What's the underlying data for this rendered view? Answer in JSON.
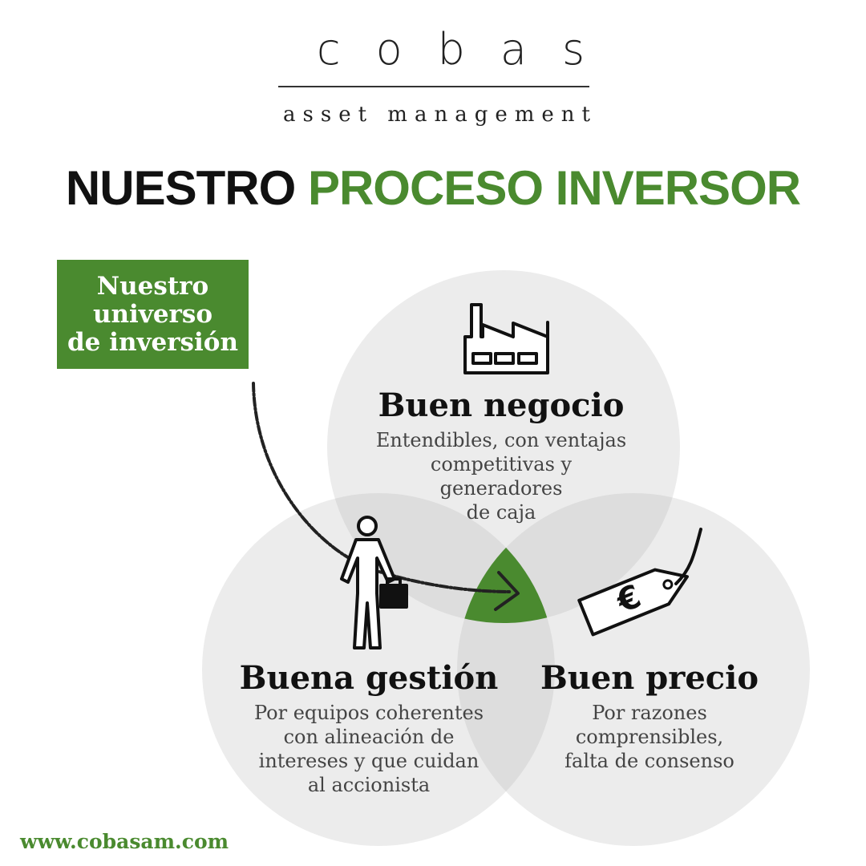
{
  "brand": {
    "name": "cobas",
    "subtitle": "asset management"
  },
  "headline": {
    "part1": "NUESTRO",
    "part2": "PROCESO INVERSOR"
  },
  "universe": {
    "line1": "Nuestro",
    "line2": "universo",
    "line3": "de inversión"
  },
  "circles": {
    "negocio": {
      "title": "Buen negocio",
      "desc": [
        "Entendibles, con ventajas",
        "competitivas y",
        "generadores",
        "de caja"
      ]
    },
    "gestion": {
      "title": "Buena gestión",
      "desc": [
        "Por equipos coherentes",
        "con alineación de",
        "intereses y que cuidan",
        "al accionista"
      ]
    },
    "precio": {
      "title": "Buen precio",
      "desc": [
        "Por razones",
        "comprensibles,",
        "falta de consenso"
      ]
    }
  },
  "icons": {
    "factory": "factory-icon",
    "person": "businessman-icon",
    "tag": "euro-price-tag-icon",
    "euro_symbol": "€"
  },
  "website": "www.cobasam.com",
  "colors": {
    "green": "#4a8a2f",
    "circle": "#ececec",
    "overlap": "#dddddd",
    "text": "#111111"
  }
}
